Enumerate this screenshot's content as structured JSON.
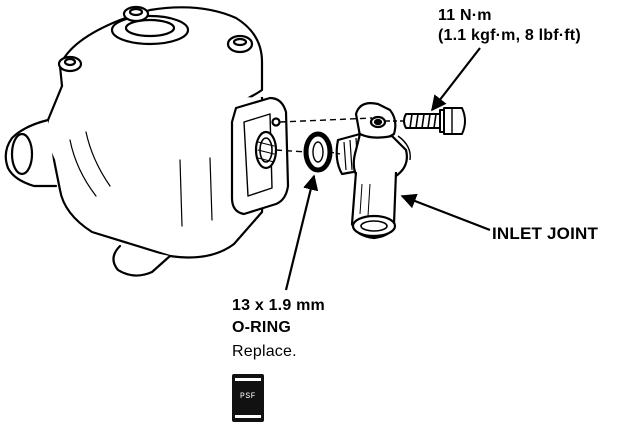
{
  "torque": {
    "value": "11 N·m",
    "detail": "(1.1 kgf·m, 8 lbf·ft)"
  },
  "inlet_joint": {
    "label": "INLET JOINT"
  },
  "o_ring": {
    "size": "13 x 1.9 mm",
    "name": "O-RING",
    "note": "Replace."
  },
  "fluid_icon": {
    "text": "PSF"
  },
  "icons": {
    "pump": "power-steering-pump-housing",
    "bolt": "flange-bolt",
    "oring": "o-ring-seal",
    "joint": "inlet-joint-fitting",
    "fluid": "power-steering-fluid-can"
  },
  "colors": {
    "ink": "#000000",
    "paper": "#ffffff"
  }
}
